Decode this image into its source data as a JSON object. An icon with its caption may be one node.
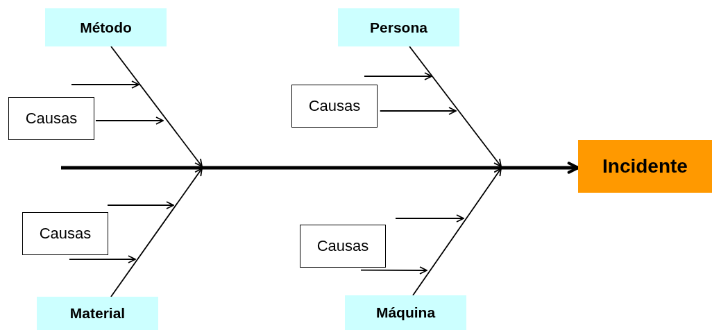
{
  "diagram": {
    "nodes": [
      {
        "text": [
          "Método"
        ]
      },
      {
        "text": [
          "Persona"
        ]
      },
      {
        "text": [
          "Causas"
        ]
      },
      {
        "text": [
          "Causas"
        ]
      },
      {
        "text": [
          "Incidente"
        ]
      },
      {
        "text": [
          "Causas"
        ]
      },
      {
        "text": [
          "Causas"
        ]
      },
      {
        "text": [
          "Material"
        ]
      },
      {
        "text": [
          "Máquina"
        ]
      }
    ],
    "edges": [
      {
        "from": null,
        "to": 4,
        "arrow": "to",
        "style": "thick"
      },
      {
        "from": 0,
        "to": null,
        "arrow": "to"
      },
      {
        "from": 1,
        "to": null,
        "arrow": "to"
      },
      {
        "from": 7,
        "to": null,
        "arrow": "to"
      },
      {
        "from": 8,
        "to": null,
        "arrow": "to"
      },
      {
        "from": 2,
        "to": null,
        "arrow": "to"
      },
      {
        "from": 3,
        "to": null,
        "arrow": "to"
      },
      {
        "from": 5,
        "to": null,
        "arrow": "to"
      },
      {
        "from": 6,
        "to": null,
        "arrow": "to"
      }
    ]
  }
}
